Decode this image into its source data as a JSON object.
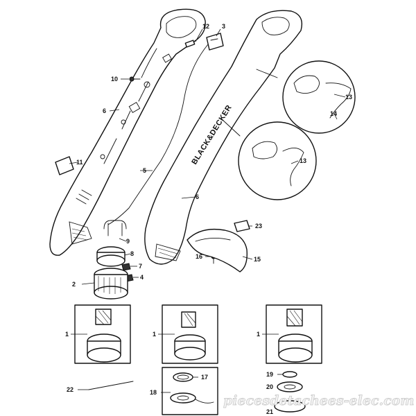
{
  "brand": "BLACK&DECKER",
  "watermark": "piecesdetachees-elec.com",
  "labels": {
    "p1": "1",
    "p2": "2",
    "p3": "3",
    "p4": "4",
    "p5": "5",
    "p6": "6",
    "p7": "7",
    "p8": "8",
    "p9": "9",
    "p10": "10",
    "p11": "11",
    "p12": "12",
    "p13": "13",
    "p14": "14",
    "p15": "15",
    "p16": "16",
    "p17": "17",
    "p18": "18",
    "p19": "19",
    "p20": "20",
    "p21": "21",
    "p22": "22",
    "p23": "23"
  }
}
